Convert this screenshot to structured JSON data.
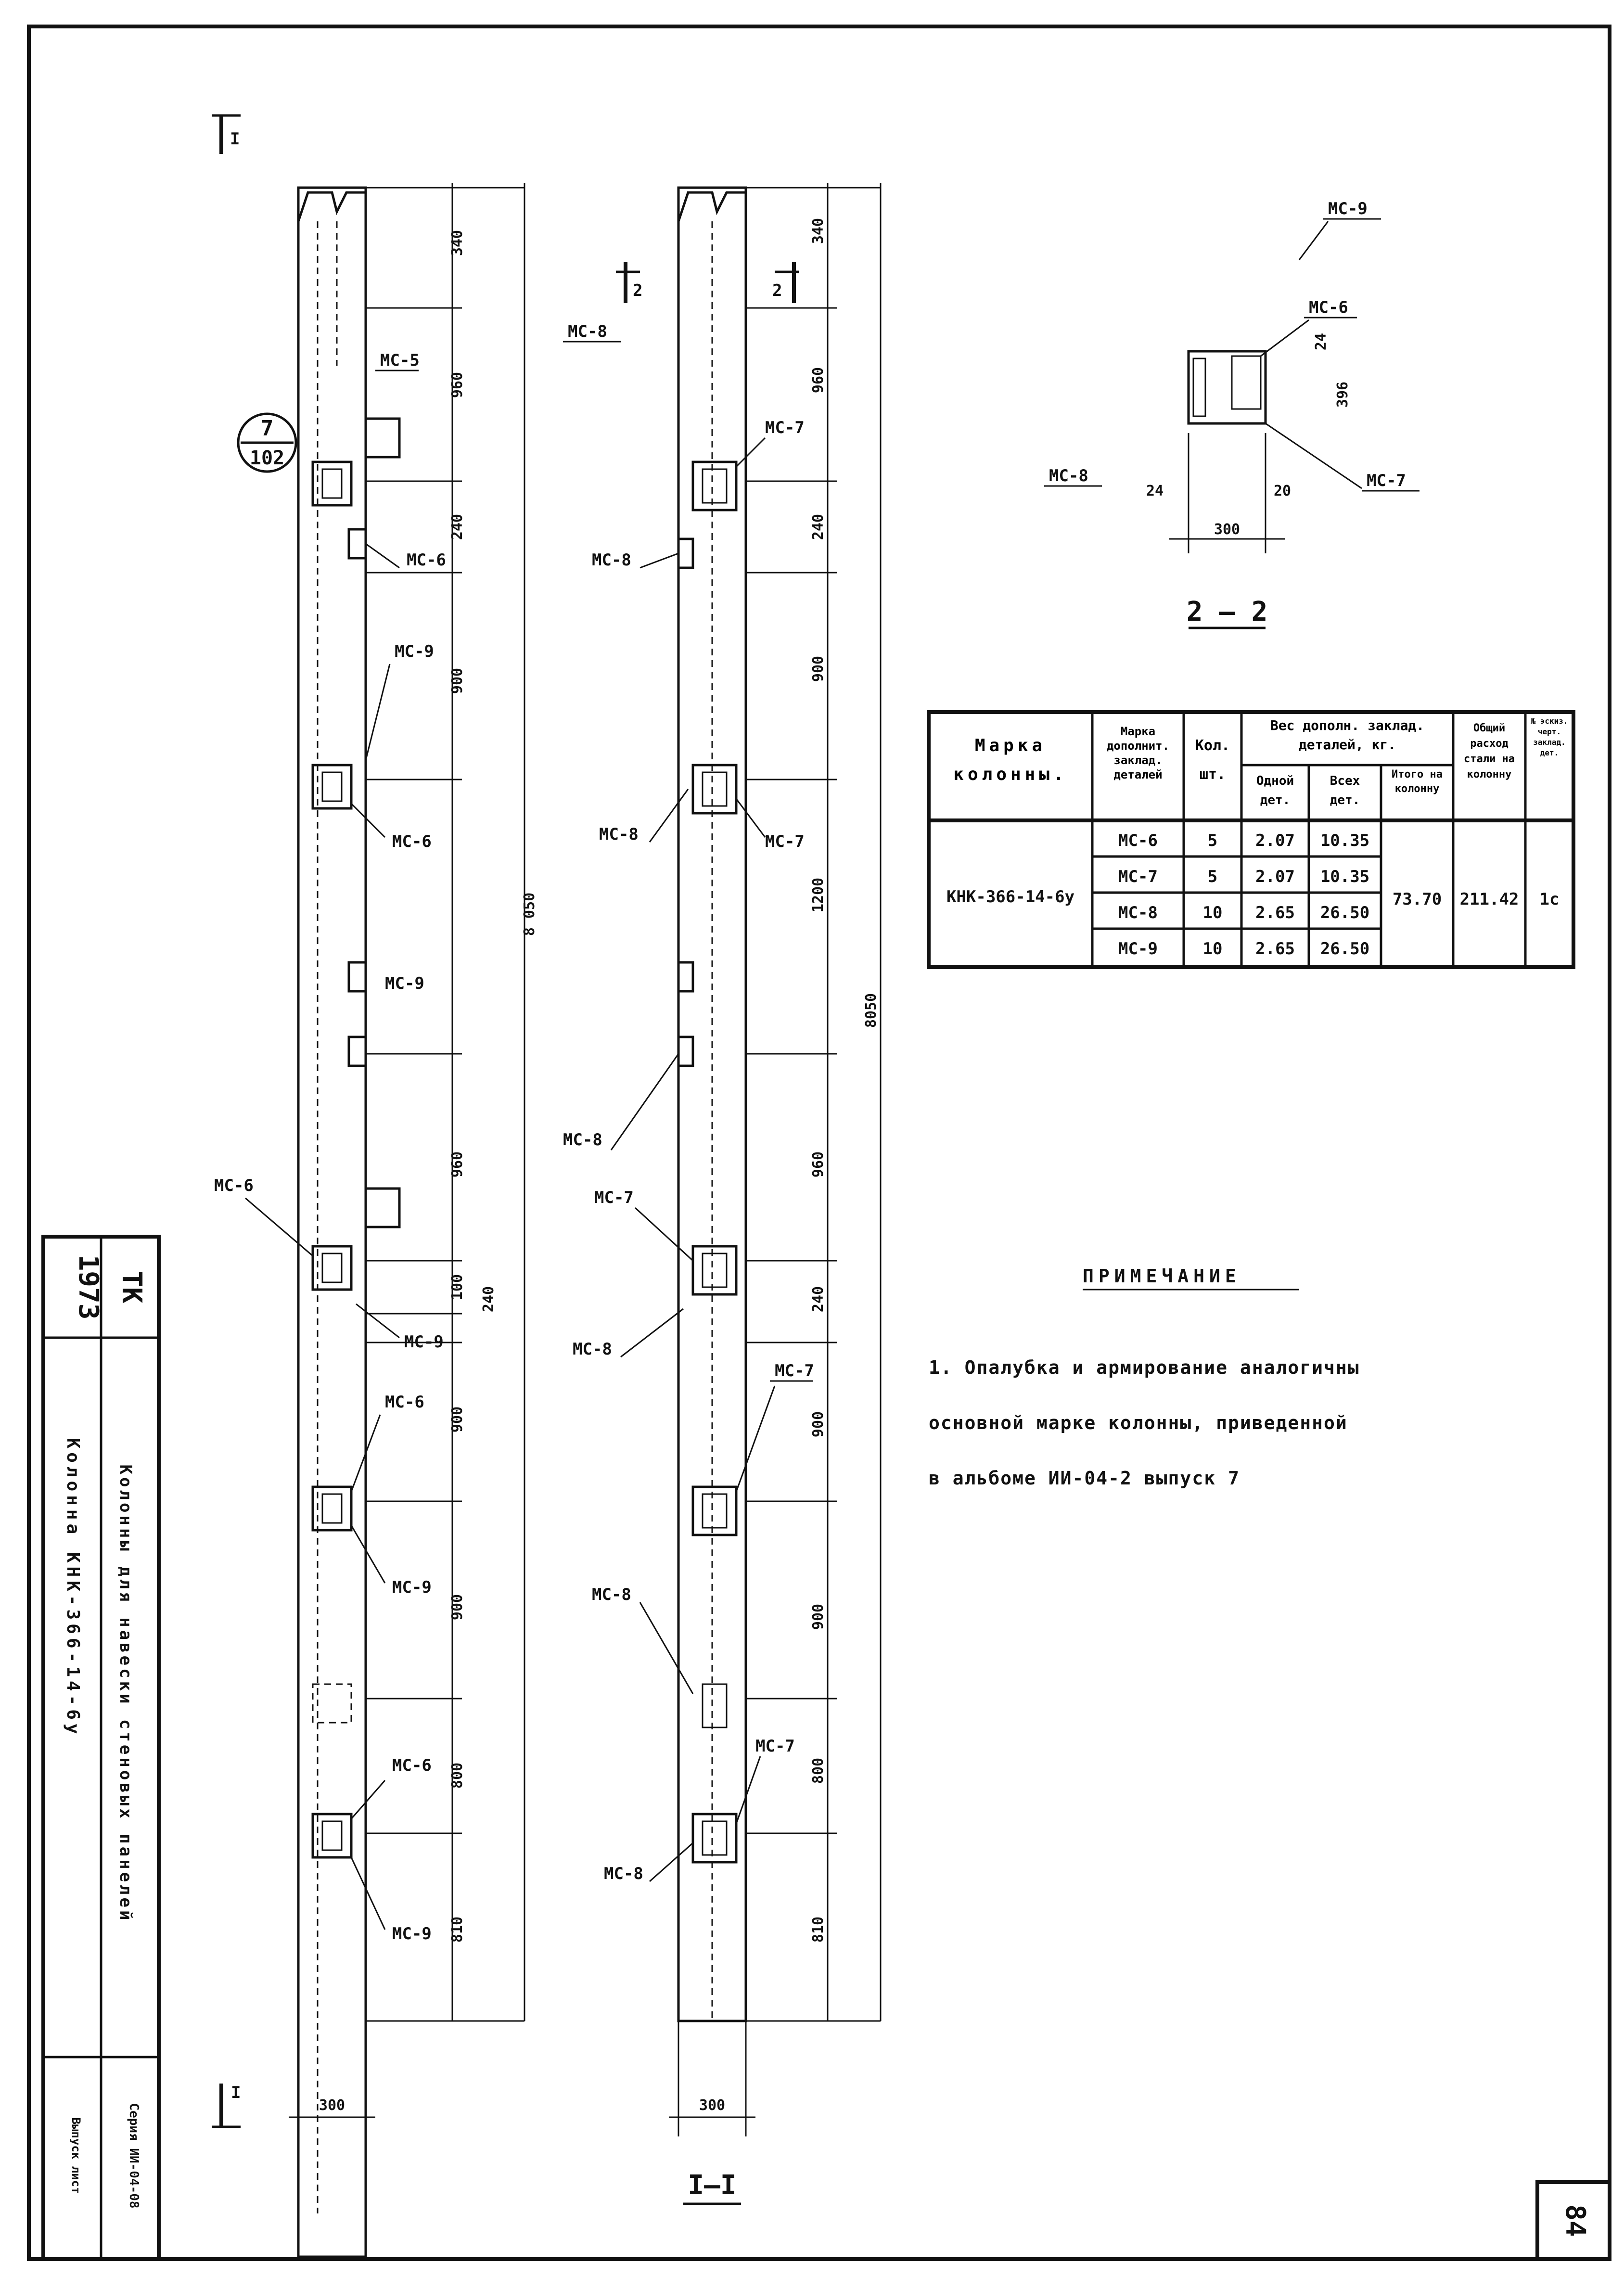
{
  "drawing": {
    "section_mark_top": "I",
    "section_mark_bottom": "I",
    "section_title": "I–I",
    "section2_title": "2 – 2",
    "section2_mark": "2",
    "circle_ref_top": "7",
    "circle_ref_bottom": "102",
    "dims_left": [
      "340",
      "960",
      "240",
      "900",
      "960",
      "100",
      "240",
      "900",
      "900",
      "800",
      "810"
    ],
    "dims_right": [
      "340",
      "960",
      "240",
      "900",
      "1200",
      "960",
      "240",
      "900",
      "900",
      "800",
      "810"
    ],
    "total_left": "8 050",
    "total_right": "8050",
    "width_dim": "300",
    "sec2_dims": {
      "w": "300",
      "h": "396",
      "a": "24",
      "b": "20",
      "c": "24"
    },
    "labels": {
      "mc5": "МС-5",
      "mc6": "МС-6",
      "mc7": "МС-7",
      "mc8": "МС-8",
      "mc9": "МС-9"
    }
  },
  "table": {
    "headers": {
      "mark": "Марка колонны.",
      "det": "Марка дополнит. заклад. деталей",
      "qty": "Кол. шт.",
      "weight": "Вес дополн. заклад. деталей, кг.",
      "one": "Одной дет.",
      "all": "Всех дет.",
      "total": "Итого на колонну",
      "steel": "Общий расход стали на колонну",
      "drawing": "№ эскиз. черт. заклад. дет."
    },
    "column_mark": "КНК-366-14-6у",
    "rows": [
      {
        "det": "МС-6",
        "qty": "5",
        "one": "2.07",
        "all": "10.35"
      },
      {
        "det": "МС-7",
        "qty": "5",
        "one": "2.07",
        "all": "10.35"
      },
      {
        "det": "МС-8",
        "qty": "10",
        "one": "2.65",
        "all": "26.50"
      },
      {
        "det": "МС-9",
        "qty": "10",
        "one": "2.65",
        "all": "26.50"
      }
    ],
    "total": "73.70",
    "steel": "211.42",
    "drawing_no": "1с"
  },
  "note": {
    "title": "ПРИМЕЧАНИЕ",
    "line1": "1. Опалубка и армирование аналогичны",
    "line2": "основной марке колонны, приведенной",
    "line3": "в альбоме ИИ-04-2 выпуск 7"
  },
  "stamp": {
    "year": "1973",
    "org": "ТК",
    "title1": "Колонны для навески стеновых панелей",
    "title2": "Колонна КНК-366-14-6у",
    "series": "Серия ИИ-04-08",
    "issue": "Выпуск лист",
    "sheet_no": "84"
  }
}
